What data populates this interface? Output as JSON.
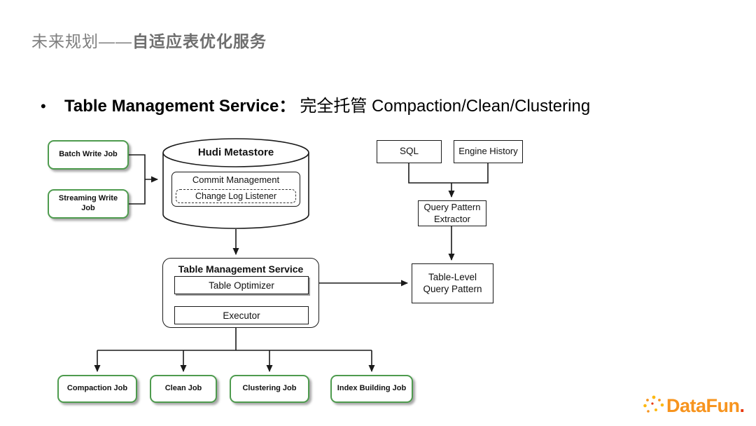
{
  "slide": {
    "title_prefix": "未来规划——",
    "title_emphasis": "自适应表优化服务",
    "bullet_marker": "•",
    "bullet_term": "Table Management Service：",
    "bullet_description": "完全托管 Compaction/Clean/Clustering"
  },
  "diagram": {
    "batch_write_job": "Batch Write Job",
    "streaming_write_job": "Streaming Write Job",
    "hudi_metastore": "Hudi Metastore",
    "commit_management": "Commit Management",
    "change_log_listener": "Change Log Listener",
    "sql": "SQL",
    "engine_history": "Engine History",
    "query_pattern_extractor": "Query Pattern Extractor",
    "table_management_service": "Table Management Service",
    "table_optimizer": "Table Optimizer",
    "executor": "Executor",
    "table_level_query_pattern": "Table-Level Query Pattern",
    "compaction_job": "Compaction Job",
    "clean_job": "Clean Job",
    "clustering_job": "Clustering Job",
    "index_building_job": "Index Building Job"
  },
  "logo": {
    "text": "DataFun",
    "dot": "."
  },
  "colors": {
    "job_box_border_green": "#4e9b4e",
    "title_gray": "#7f7f7f",
    "logo_orange": "#f7941e",
    "logo_red": "#e8380d",
    "line_black": "#1a1a1a"
  }
}
